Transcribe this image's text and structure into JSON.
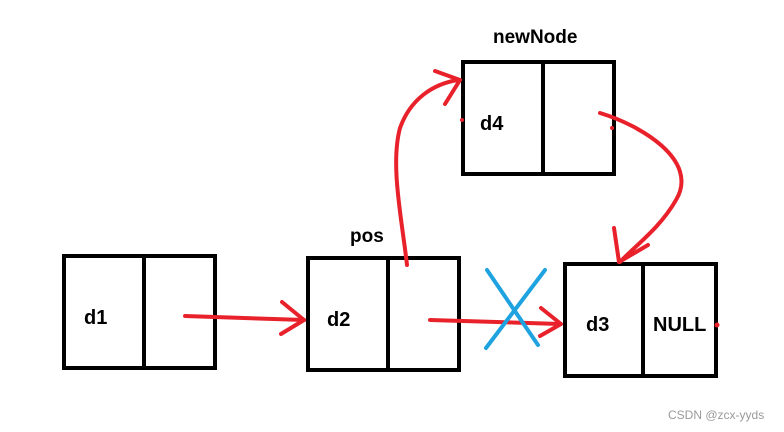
{
  "labels": {
    "pos": "pos",
    "new_node": "newNode"
  },
  "nodes": {
    "d1": {
      "data": "d1",
      "next": ""
    },
    "d2": {
      "data": "d2",
      "next": ""
    },
    "d4": {
      "data": "d4",
      "next": ""
    },
    "d3": {
      "data": "d3",
      "next": "NULL"
    }
  },
  "watermark": "CSDN @zcx-yyds",
  "colors": {
    "box_border": "#000000",
    "arrow": "#e8212b",
    "cross": "#1fa3e0",
    "watermark": "#9a9a9a"
  }
}
